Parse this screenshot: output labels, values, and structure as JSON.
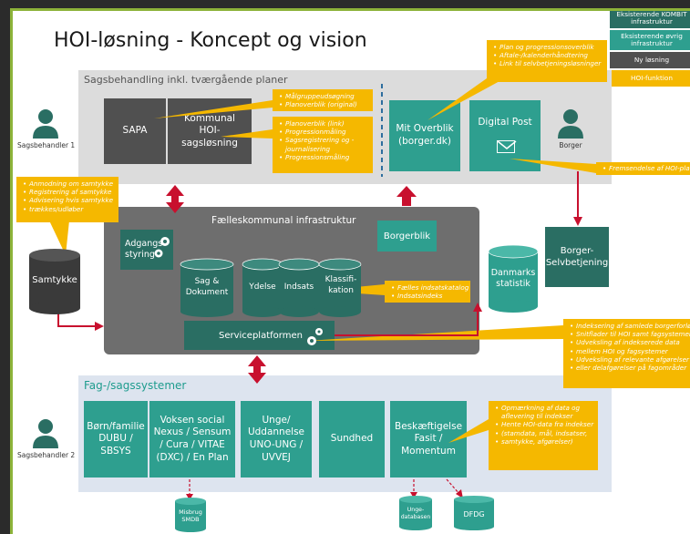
{
  "title": "HOI-løsning - Koncept og vision",
  "legend": {
    "kombit": "Eksisterende KOMBIT infrastruktur",
    "other": "Eksisterende øvrig infrastruktur",
    "new": "Ny løsning",
    "hoi": "HOI-funktion"
  },
  "top_panel": {
    "title": "Sagsbehandling inkl. tværgående planer",
    "sapa": "SAPA",
    "kommunal": "Kommunal HOI-sagsløsning",
    "mit_overblik": "Mit Overblik (borger.dk)",
    "digital_post": "Digital Post"
  },
  "people": {
    "sagsbehandler1": "Sagsbehandler 1",
    "borger": "Borger",
    "sagsbehandler2": "Sagsbehandler 2"
  },
  "callouts": {
    "top_right": [
      "Plan og progressionsoverblik",
      "Aftale-/kalenderhåndtering",
      "Link til selvbetjeningsløsninger"
    ],
    "sapa": [
      "Målgruppeudsøgning",
      "Planoverblik (original)"
    ],
    "kommunal": [
      "Planoverblik (link)",
      "Progressionmåling",
      "Sagsregistrering og -",
      "journalisering",
      "Progressionsmåling"
    ],
    "digital_post": [
      "Fremsendelse af HOI-plan"
    ],
    "samtykke": [
      "Anmodning om samtykke",
      "Registrering af samtykke",
      "Advisering hvis samtykke",
      "trækkes/udløber"
    ],
    "indsats": [
      "Fælles indsatskatalog",
      "Indsatsindeks"
    ],
    "service": [
      "Indeksering af samlede borgerforløb",
      "Snitflader til HOI samt fagsystemer",
      "Udveksling af indekserede data",
      "mellem HOI og fagsystemer",
      "Udveksling af relevante afgørelser",
      "eller delafgørelser på fagområder"
    ],
    "beskaeftigelse": [
      "Opmærkning af data og",
      "aflevering til indekser",
      "Hente HOI-data fra indekser",
      "(stamdata, mål, indsatser,",
      "samtykke, afgørelser)"
    ]
  },
  "infrastructure": {
    "title": "Fælleskommunal infrastruktur",
    "adgang": "Adgangs-styring",
    "borgerblik": "Borgerblik",
    "sag": "Sag & Dokument",
    "ydelse": "Ydelse",
    "indsats": "Indsats",
    "klassifikation": "Klassifi-kation",
    "serviceplatform": "Serviceplatformen"
  },
  "samtykke": "Samtykke",
  "danmarks_statistik": "Danmarks statistik",
  "borger_selvbetjening": "Borger-Selvbetjening",
  "fag_panel": {
    "title": "Fag-/sagssystemer",
    "boern": "Børn/familie DUBU / SBSYS",
    "voksen": "Voksen social Nexus / Sensum / Cura / VITAE (DXC) / En Plan",
    "unge": "Unge/ Uddannelse UNO-UNG / UVVEJ",
    "sundhed": "Sundhed",
    "beskaeftigelse": "Beskæftigelse Fasit / Momentum"
  },
  "databases": {
    "misbrug": "Misbrug SMDB",
    "unge": "Unge-databasen",
    "dfdg": "DFDG"
  },
  "colors": {
    "teal": "#2e9f8f",
    "dark_teal": "#2a6e63",
    "dark_gray": "#505050",
    "callout": "#f5b800",
    "arrow": "#c8102e",
    "legend_kombit": "#2a6e63",
    "legend_other": "#2e9f8f",
    "legend_new": "#505050",
    "legend_hoi": "#f5b800"
  }
}
